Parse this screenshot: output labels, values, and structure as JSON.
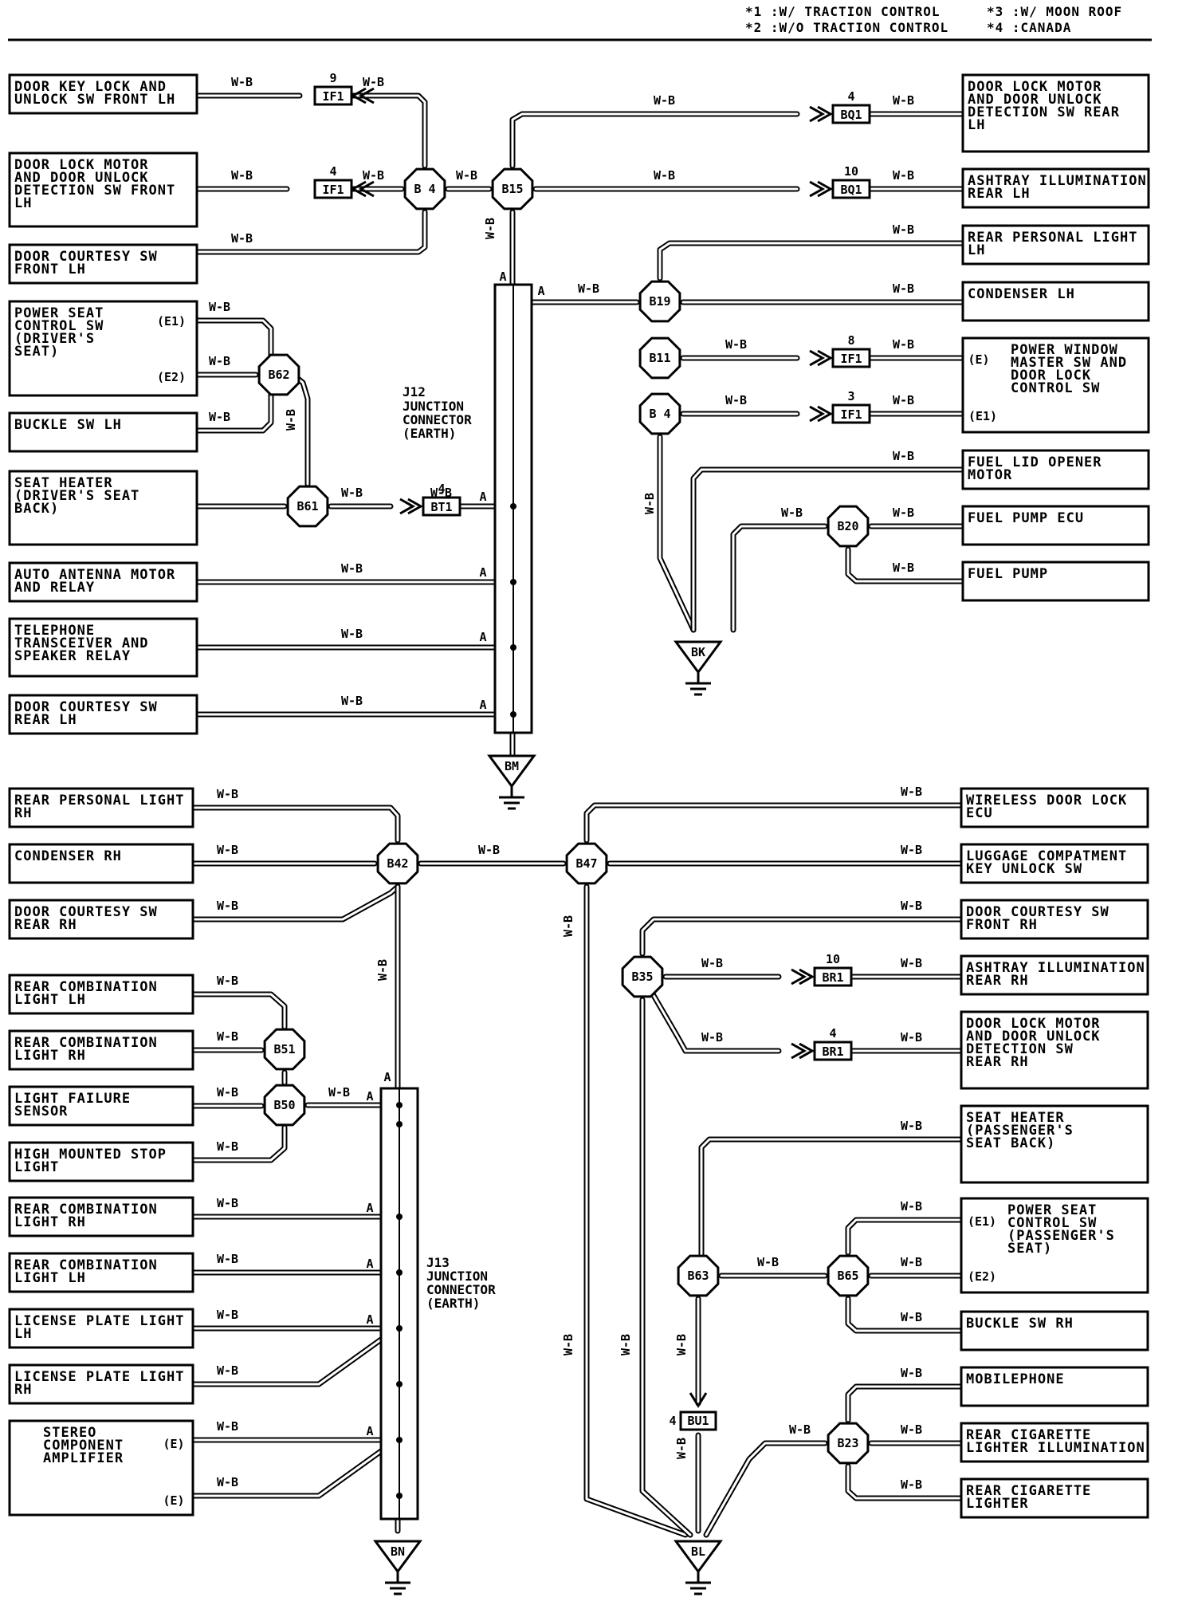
{
  "notes": {
    "n1": "*1 :W/ TRACTION CONTROL",
    "n2": "*2 :W/O TRACTION CONTROL",
    "n3": "*3 :W/ MOON ROOF",
    "n4": "*4 :CANADA"
  },
  "wire_color": "W-B",
  "components": [
    [
      "DOOR KEY LOCK AND",
      "UNLOCK SW FRONT LH"
    ],
    [
      "DOOR LOCK MOTOR",
      "AND DOOR UNLOCK",
      "DETECTION SW FRONT",
      "LH"
    ],
    [
      "DOOR COURTESY SW",
      "FRONT LH"
    ],
    [
      "POWER SEAT",
      "CONTROL SW",
      "(DRIVER'S",
      " SEAT)"
    ],
    [
      "BUCKLE SW LH"
    ],
    [
      "SEAT HEATER",
      "(DRIVER'S SEAT",
      " BACK)"
    ],
    [
      "AUTO ANTENNA MOTOR",
      "AND RELAY"
    ],
    [
      "TELEPHONE",
      "TRANSCEIVER AND",
      "SPEAKER RELAY"
    ],
    [
      "DOOR COURTESY SW",
      "REAR LH"
    ],
    [
      "DOOR LOCK MOTOR",
      "AND DOOR UNLOCK",
      "DETECTION SW REAR",
      "LH"
    ],
    [
      "ASHTRAY ILLUMINATION",
      "REAR LH"
    ],
    [
      "REAR PERSONAL LIGHT",
      "LH"
    ],
    [
      "CONDENSER LH"
    ],
    [
      "POWER WINDOW",
      "MASTER SW AND",
      "DOOR LOCK",
      "CONTROL SW"
    ],
    [
      "FUEL LID OPENER",
      "MOTOR"
    ],
    [
      "FUEL PUMP ECU"
    ],
    [
      "FUEL PUMP"
    ],
    [
      "REAR PERSONAL LIGHT",
      "RH"
    ],
    [
      "CONDENSER RH"
    ],
    [
      "DOOR COURTESY SW",
      "REAR RH"
    ],
    [
      "REAR COMBINATION",
      "LIGHT LH"
    ],
    [
      "REAR COMBINATION",
      "LIGHT RH"
    ],
    [
      "LIGHT FAILURE",
      "SENSOR"
    ],
    [
      "HIGH MOUNTED STOP",
      "LIGHT"
    ],
    [
      "REAR COMBINATION",
      "LIGHT RH"
    ],
    [
      "REAR COMBINATION",
      "LIGHT LH"
    ],
    [
      "LICENSE PLATE LIGHT",
      "LH"
    ],
    [
      "LICENSE PLATE LIGHT",
      "RH"
    ],
    [
      "STEREO",
      "COMPONENT",
      "AMPLIFIER"
    ],
    [
      "WIRELESS DOOR LOCK",
      "ECU"
    ],
    [
      "LUGGAGE COMPATMENT",
      "KEY UNLOCK SW"
    ],
    [
      "DOOR COURTESY SW",
      "FRONT RH"
    ],
    [
      "ASHTRAY ILLUMINATION",
      "REAR RH"
    ],
    [
      "DOOR LOCK MOTOR",
      "AND DOOR UNLOCK",
      "DETECTION SW",
      "REAR RH"
    ],
    [
      "SEAT HEATER",
      "(PASSENGER'S",
      " SEAT BACK)"
    ],
    [
      "POWER SEAT",
      "CONTROL SW",
      "(PASSENGER'S",
      " SEAT)"
    ],
    [
      "BUCKLE SW RH"
    ],
    [
      "MOBILEPHONE"
    ],
    [
      "REAR CIGARETTE",
      "LIGHTER ILLUMINATION"
    ],
    [
      "REAR CIGARETTE",
      "LIGHTER"
    ]
  ],
  "splices": [
    "B 4",
    "B15",
    "B62",
    "B61",
    "B19",
    "B11",
    "B 4",
    "B20",
    "B42",
    "B47",
    "B51",
    "B50",
    "B35",
    "B63",
    "B65",
    "B23"
  ],
  "connectors": [
    {
      "name": "IF1",
      "pin": "9"
    },
    {
      "name": "IF1",
      "pin": "4"
    },
    {
      "name": "BQ1",
      "pin": "4"
    },
    {
      "name": "BQ1",
      "pin": "10"
    },
    {
      "name": "IF1",
      "pin": "8"
    },
    {
      "name": "IF1",
      "pin": "3"
    },
    {
      "name": "BT1",
      "pin": "4"
    },
    {
      "name": "BR1",
      "pin": "10"
    },
    {
      "name": "BR1",
      "pin": "4"
    },
    {
      "name": "BU1",
      "pin": "4"
    }
  ],
  "junctions": {
    "j12": [
      "J12",
      "JUNCTION",
      "CONNECTOR",
      "(EARTH)"
    ],
    "j13": [
      "J13",
      "JUNCTION",
      "CONNECTOR",
      "(EARTH)"
    ]
  },
  "grounds": [
    "BK",
    "BM",
    "BN",
    "BL"
  ],
  "pin_labels": {
    "e": "(E)",
    "e1": "(E1)",
    "e2": "(E2)",
    "a": "A"
  }
}
